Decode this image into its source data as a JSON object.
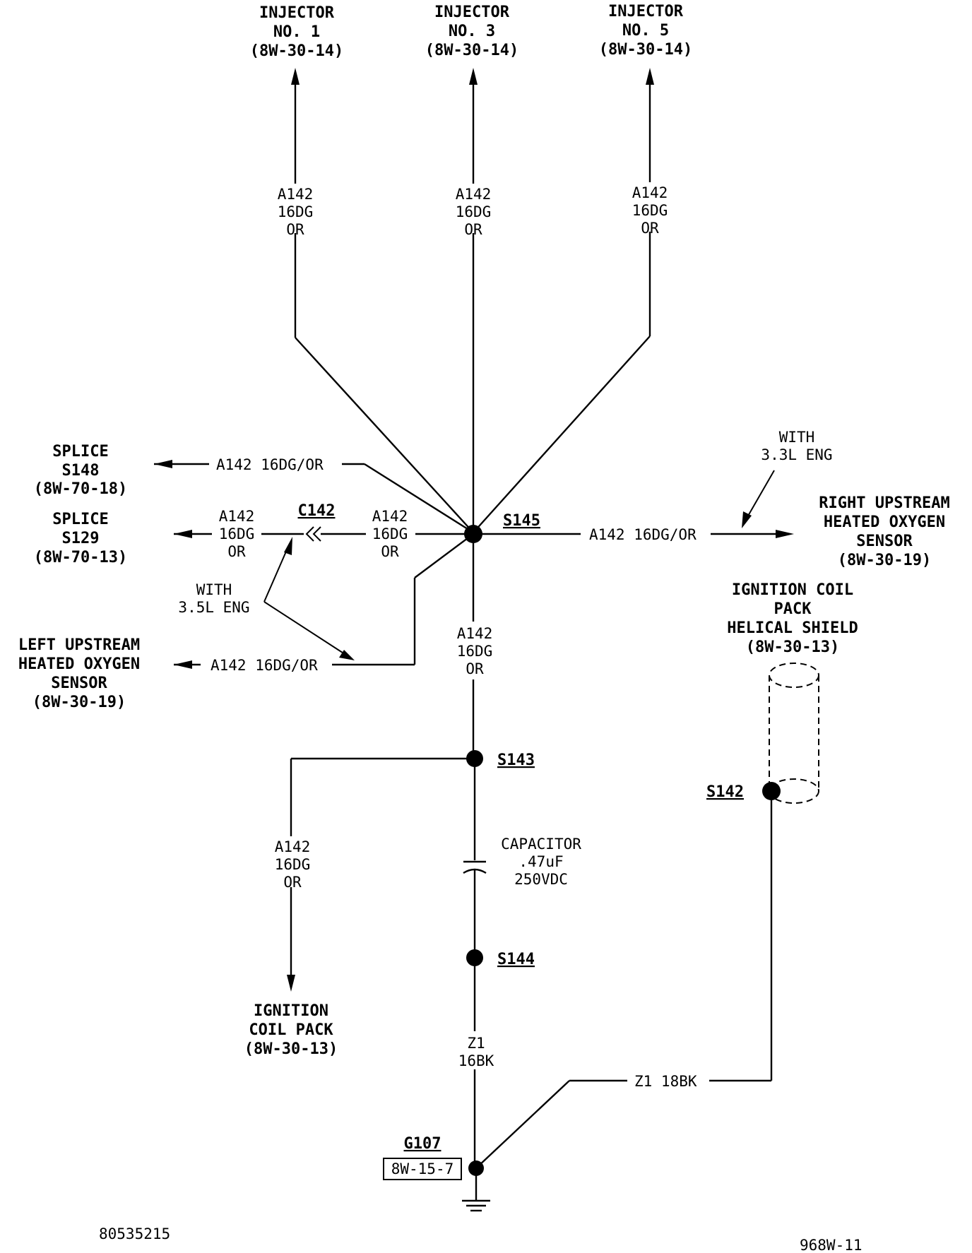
{
  "injectors": [
    {
      "name": "INJECTOR",
      "no": "NO. 1",
      "ref": "(8W-30-14)",
      "wire": [
        "A142",
        "16DG",
        "OR"
      ]
    },
    {
      "name": "INJECTOR",
      "no": "NO. 3",
      "ref": "(8W-30-14)",
      "wire": [
        "A142",
        "16DG",
        "OR"
      ]
    },
    {
      "name": "INJECTOR",
      "no": "NO. 5",
      "ref": "(8W-30-14)",
      "wire": [
        "A142",
        "16DG",
        "OR"
      ]
    }
  ],
  "splice_s148": {
    "lines": [
      "SPLICE",
      "S148",
      "(8W-70-18)"
    ],
    "wire": "A142 16DG/OR"
  },
  "splice_s129": {
    "lines": [
      "SPLICE",
      "S129",
      "(8W-70-13)"
    ],
    "wire_left": [
      "A142",
      "16DG",
      "OR"
    ],
    "wire_right": [
      "A142",
      "16DG",
      "OR"
    ]
  },
  "connector_c142": "C142",
  "with_35": [
    "WITH",
    "3.5L ENG"
  ],
  "with_33": [
    "WITH",
    "3.3L ENG"
  ],
  "left_sensor": {
    "lines": [
      "LEFT UPSTREAM",
      "HEATED OXYGEN",
      "SENSOR",
      "(8W-30-19)"
    ],
    "wire": "A142 16DG/OR"
  },
  "right_sensor": {
    "lines": [
      "RIGHT UPSTREAM",
      "HEATED OXYGEN",
      "SENSOR",
      "(8W-30-19)"
    ],
    "wire": "A142 16DG/OR"
  },
  "s145": "S145",
  "wire_center": [
    "A142",
    "16DG",
    "OR"
  ],
  "s143": "S143",
  "wire_coil": [
    "A142",
    "16DG",
    "OR"
  ],
  "coil_pack": [
    "IGNITION",
    "COIL PACK",
    "(8W-30-13)"
  ],
  "shield": [
    "IGNITION COIL",
    "PACK",
    "HELICAL SHIELD",
    "(8W-30-13)"
  ],
  "s142": "S142",
  "capacitor": [
    "CAPACITOR",
    ".47uF",
    "250VDC"
  ],
  "s144": "S144",
  "wire_ground": [
    "Z1",
    "16BK"
  ],
  "wire_shield": "Z1 18BK",
  "ground": {
    "id": "G107",
    "ref": "8W-15-7"
  },
  "doc_number": "80535215",
  "page_number": "968W-11"
}
